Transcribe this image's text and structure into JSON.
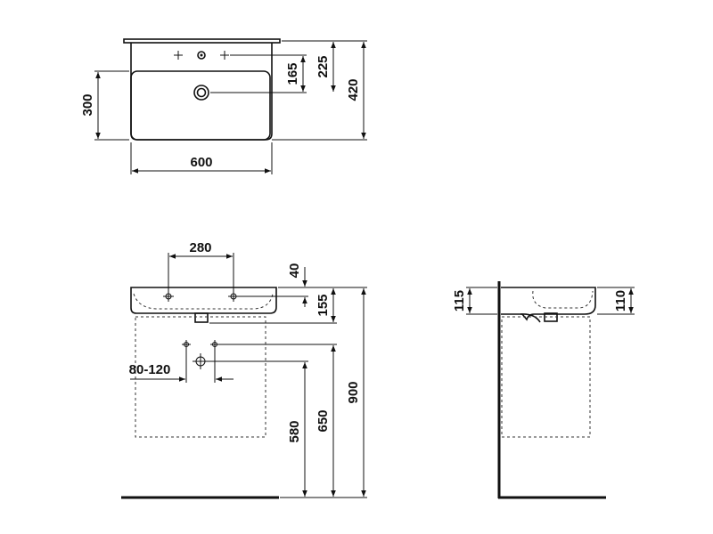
{
  "dimensions": {
    "top_width": "600",
    "top_depth": "300",
    "top_tap_offset": "165",
    "top_overflow_offset": "225",
    "top_total_depth": "420",
    "front_tap_spacing": "280",
    "front_tap_height": "40",
    "front_basin_height": "155",
    "front_fixing_range": "80-120",
    "front_fix_580": "580",
    "front_fix_650": "650",
    "front_total_900": "900",
    "side_left": "115",
    "side_right": "110"
  }
}
